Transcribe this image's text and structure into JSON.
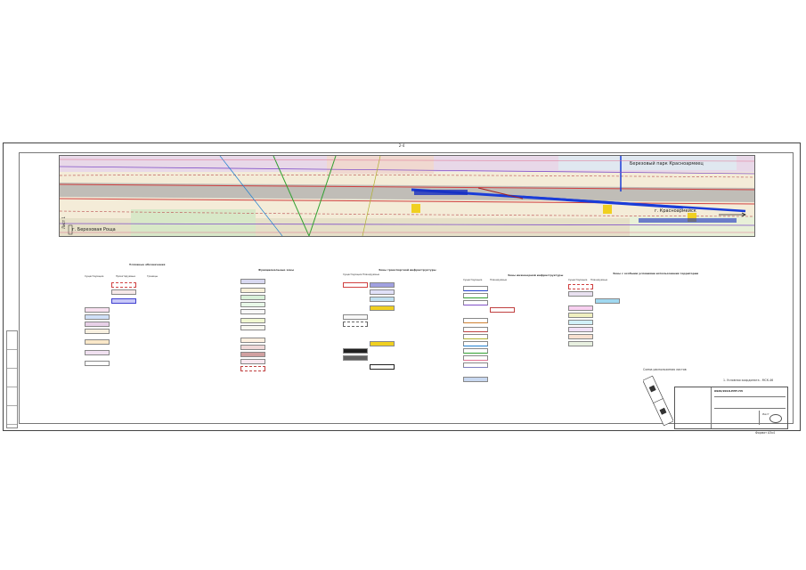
{
  "sheet_number": "2-4",
  "plan": {
    "label_left": "г. Березовая Роща",
    "label_right_top": "Березовый парк Красноармеец",
    "label_right_arrow": "г. Красноармейск",
    "label_left_arrow": "Лист 1"
  },
  "legend": {
    "col1_title": "Условные обозначения",
    "col1_sub1": "Существующие",
    "col1_sub2": "Проектируемые",
    "col1_sub3": "Границы",
    "col2_title": "Функциональные зоны",
    "col3_title": "Зоны транспортной инфраструктуры",
    "col4_title": "Зоны инженерной инфраструктуры",
    "col5_title": "Зоны с особыми условиями использования территории",
    "col_sub_a": "Существующие",
    "col_sub_b": "Планируемые"
  },
  "schema_label": "Схема расположения листов",
  "title_block": {
    "code": "0920/2018-ППТ.ПЗ",
    "scale_note": "1. Условная координата - МСК-46",
    "sheet_label": "Лист",
    "format": "Формат А3х4"
  }
}
